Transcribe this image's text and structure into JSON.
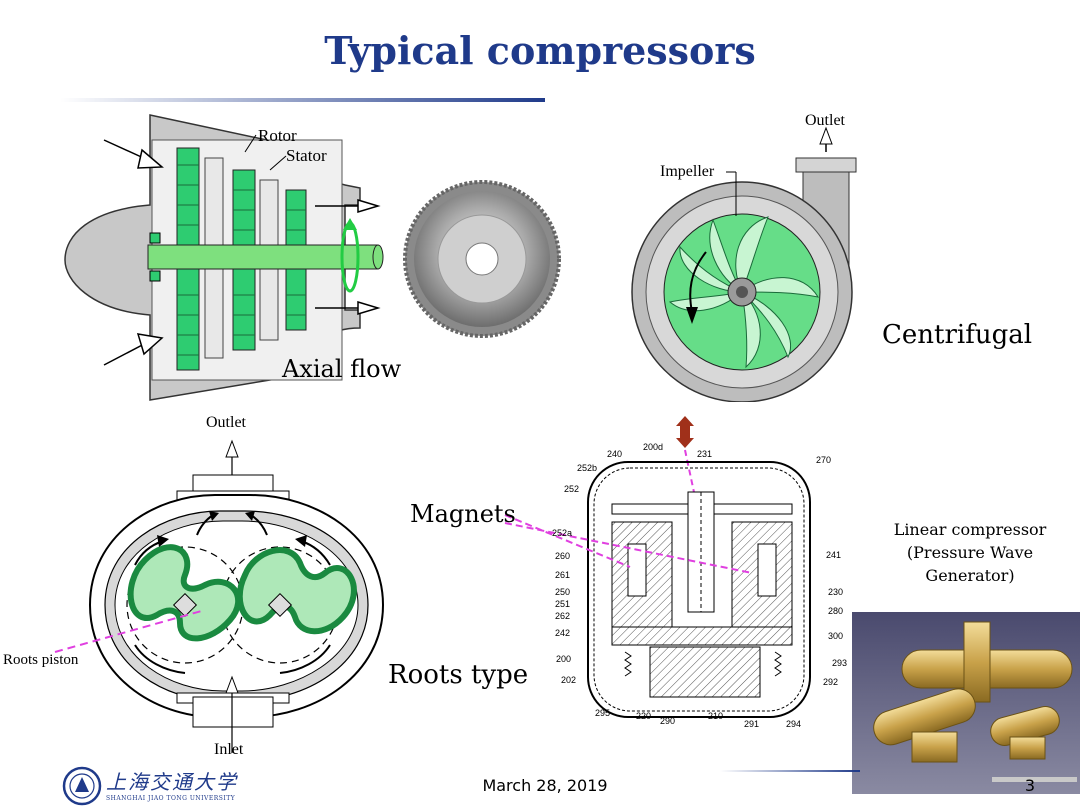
{
  "slide": {
    "title": "Typical compressors",
    "date": "March 28, 2019",
    "page_number": "3",
    "university_name": "上海交通大学",
    "university_name_en": "SHANGHAI JIAO TONG UNIVERSITY"
  },
  "axial": {
    "caption": "Axial flow",
    "rotor_label": "Rotor",
    "stator_label": "Stator"
  },
  "centrifugal": {
    "caption": "Centrifugal",
    "outlet_label": "Outlet",
    "impeller_label": "Impeller"
  },
  "roots": {
    "caption": "Roots type",
    "outlet_label": "Outlet",
    "inlet_label": "Inlet",
    "piston_label": "Roots piston"
  },
  "linear": {
    "magnets_label": "Magnets",
    "caption_line1": "Linear compressor",
    "caption_line2": "(Pressure Wave",
    "caption_line3": "Generator)",
    "part_numbers": [
      "240",
      "200d",
      "231",
      "270",
      "252b",
      "252",
      "252a",
      "260",
      "261",
      "250",
      "251",
      "262",
      "242",
      "200",
      "202",
      "295",
      "220",
      "290",
      "210",
      "291",
      "294",
      "292",
      "293",
      "300",
      "280",
      "230",
      "241"
    ]
  },
  "colors": {
    "title": "#1f3a8a",
    "rotor_green": "#2ecc71",
    "impeller_green": "#66dd88",
    "magenta_pointer": "#e040e0",
    "casing_gray": "#cfcfcf",
    "arrow_brown": "#a0301a"
  }
}
